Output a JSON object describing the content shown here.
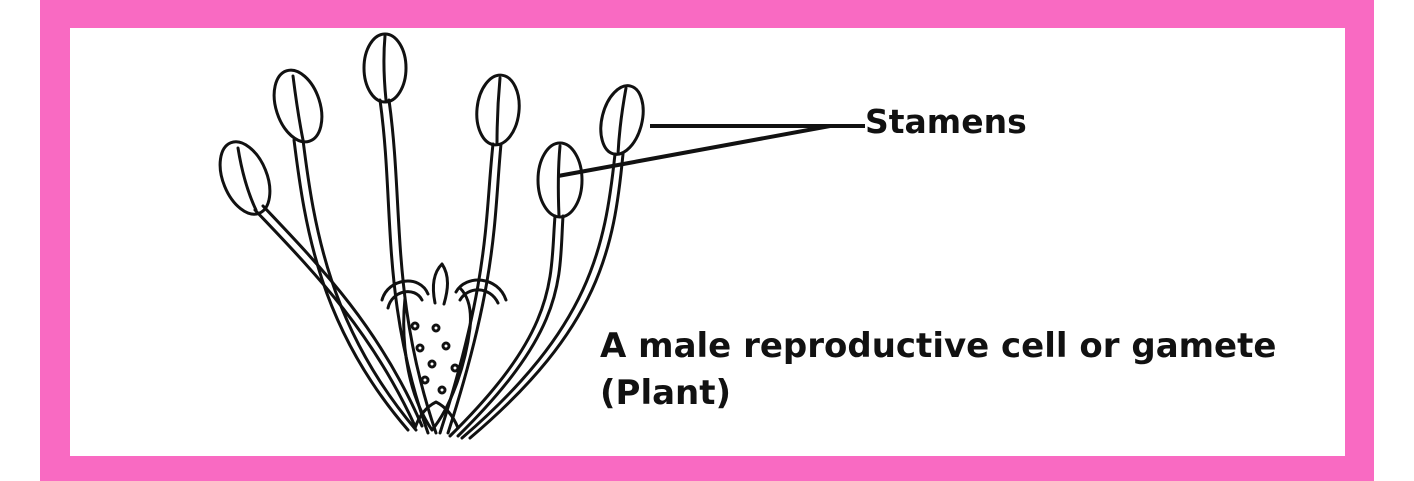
{
  "colors": {
    "border": "#f96ac2",
    "panel": "#ffffff",
    "ink": "#111111"
  },
  "labels": {
    "stamens": "Stamens"
  },
  "caption": {
    "line1": "A male reproductive cell or gamete",
    "line2": "(Plant)"
  },
  "icons": [
    "flower-stamens-illustration"
  ]
}
